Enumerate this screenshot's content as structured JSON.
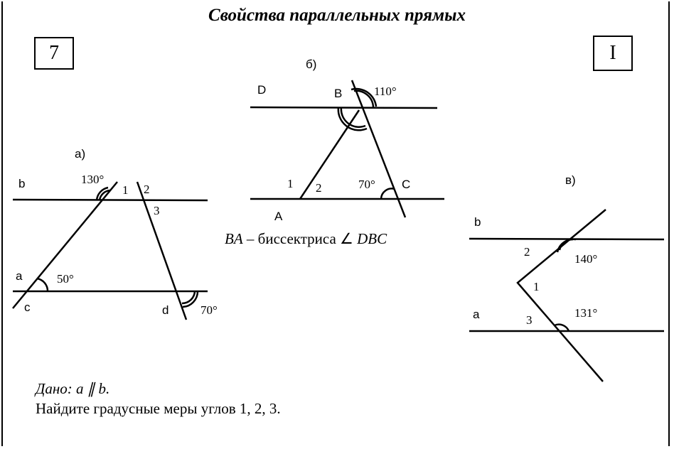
{
  "title": "Свойства параллельных прямых",
  "grade": "7",
  "variant": "I",
  "figure_a": {
    "label": "а)",
    "line_b": "b",
    "line_a": "a",
    "line_c": "c",
    "line_d": "d",
    "angle_130": "130°",
    "angle_50": "50°",
    "angle_70": "70°",
    "angle_1": "1",
    "angle_2": "2",
    "angle_3": "3"
  },
  "figure_b": {
    "label": "б)",
    "point_d": "D",
    "point_b": "B",
    "point_a": "A",
    "point_c": "C",
    "angle_110": "110°",
    "angle_70": "70°",
    "angle_1": "1",
    "angle_2": "2",
    "caption_prefix": "BA",
    "caption_middle": " – биссектриса ",
    "caption_angle_sign": "∠",
    "caption_angle": " DBC"
  },
  "figure_c": {
    "label": "в)",
    "line_b": "b",
    "line_a": "a",
    "angle_140": "140°",
    "angle_131": "131°",
    "angle_1": "1",
    "angle_2": "2",
    "angle_3": "3"
  },
  "given": "Дано: a ∥ b.",
  "task": "Найдите градусные меры углов 1, 2, 3."
}
